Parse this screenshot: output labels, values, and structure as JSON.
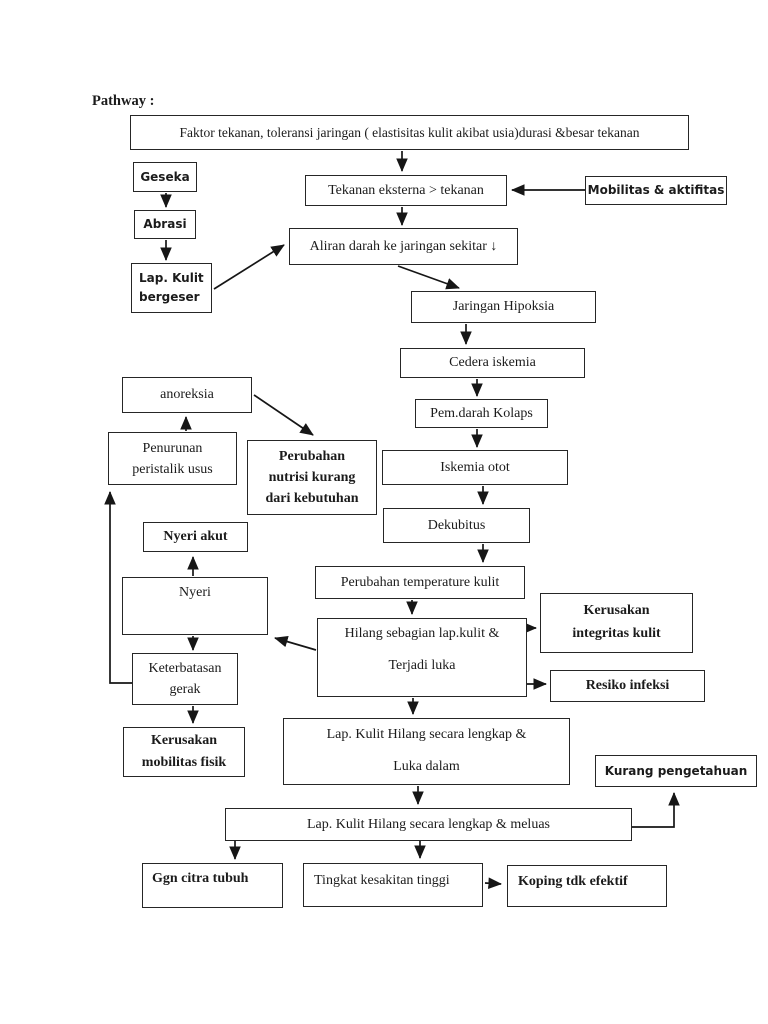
{
  "page": {
    "heading": "Pathway :"
  },
  "colors": {
    "ink": "#1b1b1b",
    "page_bg": "#ffffff",
    "border": "#262626"
  },
  "diagram": {
    "boxes": {
      "faktor": {
        "label": "Faktor  tekanan, toleransi jaringan (  elastisitas kulit akibat usia)durasi &besar tekanan"
      },
      "geseka": {
        "label": "Geseka"
      },
      "abrasi": {
        "label": "Abrasi"
      },
      "lap_kulit_bergeser": {
        "label": "Lap. Kulit\nbergeser"
      },
      "tekanan_eksterna": {
        "label": "Tekanan eksterna > tekanan"
      },
      "mobilitas": {
        "label": "Mobilitas & aktifitas"
      },
      "aliran_darah": {
        "label": "Aliran darah ke jaringan sekitar ↓"
      },
      "jaringan_hipoksia": {
        "label": "Jaringan Hipoksia"
      },
      "cedera_iskemia": {
        "label": "Cedera iskemia"
      },
      "pem_darah_kolaps": {
        "label": "Pem.darah Kolaps"
      },
      "iskemia_otot": {
        "label": "Iskemia otot"
      },
      "dekubitus": {
        "label": "Dekubitus"
      },
      "perubahan_temp": {
        "label": "Perubahan temperature kulit"
      },
      "anoreksia": {
        "label": "anoreksia"
      },
      "penurunan_peristalik": {
        "label": "Penurunan\nperistalik usus"
      },
      "perubahan_nutrisi": {
        "label": "Perubahan\nnutrisi kurang\ndari kebutuhan"
      },
      "nyeri_akut": {
        "label": "Nyeri akut"
      },
      "nyeri": {
        "label": "Nyeri"
      },
      "keterbatasan_gerak": {
        "label": "Keterbatasan\ngerak"
      },
      "kerusakan_mobilitas": {
        "label": "Kerusakan\nmobilitas fisik"
      },
      "hilang_sebagian": {
        "label": "Hilang sebagian lap.kulit &\n\nTerjadi luka"
      },
      "kerusakan_integritas": {
        "label": "Kerusakan\nintegritas kulit"
      },
      "resiko_infeksi": {
        "label": "Resiko infeksi"
      },
      "lap_kulit_lengkap": {
        "label": "Lap. Kulit Hilang secara lengkap &\n\nLuka dalam"
      },
      "kurang_pengetahuan": {
        "label": "Kurang pengetahuan"
      },
      "lap_kulit_meluas": {
        "label": "Lap. Kulit Hilang secara lengkap & meluas"
      },
      "ggn_citra_tubuh": {
        "label": "Ggn citra tubuh"
      },
      "tingkat_kesakitan": {
        "label": "Tingkat kesakitan tinggi"
      },
      "koping": {
        "label": "Koping tdk efektif"
      }
    }
  }
}
